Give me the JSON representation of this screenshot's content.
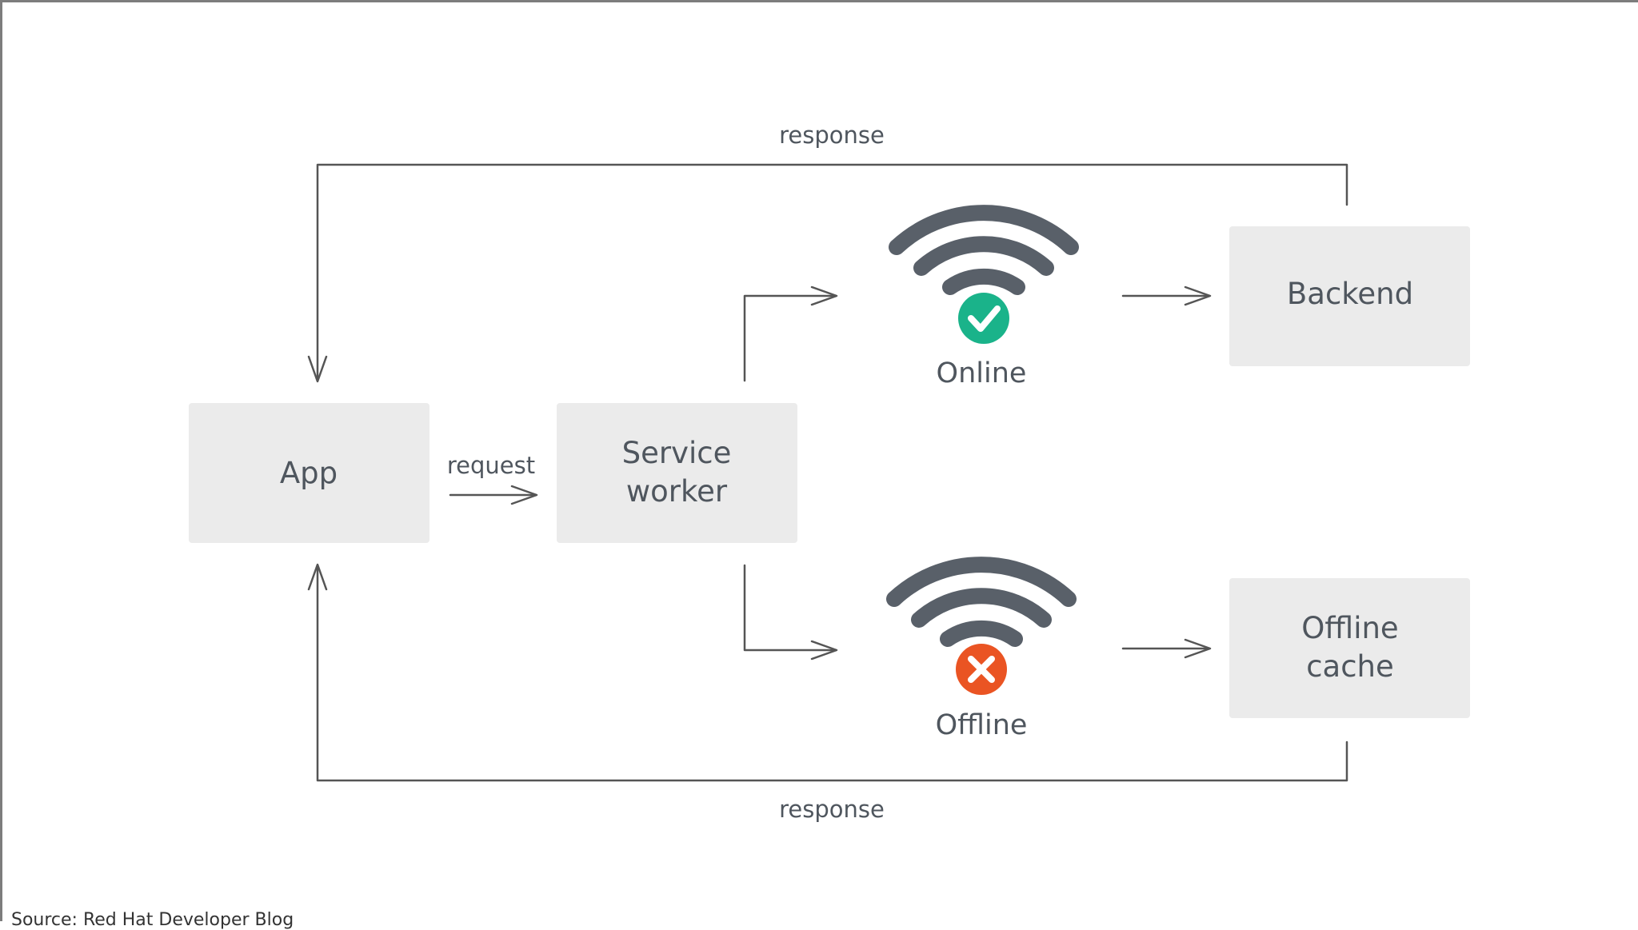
{
  "nodes": {
    "app": {
      "label": "App"
    },
    "service_worker": {
      "label_line1": "Service",
      "label_line2": "worker"
    },
    "backend": {
      "label": "Backend"
    },
    "offline_cache": {
      "label_line1": "Offline",
      "label_line2": "cache"
    }
  },
  "states": {
    "online": {
      "label": "Online",
      "icon": "wifi-check-icon",
      "badge_color": "#1ab38a"
    },
    "offline": {
      "label": "Offline",
      "icon": "wifi-x-icon",
      "badge_color": "#ea5423"
    }
  },
  "edges": {
    "request": "request",
    "response_top": "response",
    "response_bottom": "response"
  },
  "colors": {
    "box_fill": "#ebebeb",
    "line": "#555555",
    "wifi": "#596069",
    "text": "#4f565e"
  },
  "footer": {
    "source": "Source: Red Hat Developer Blog"
  }
}
